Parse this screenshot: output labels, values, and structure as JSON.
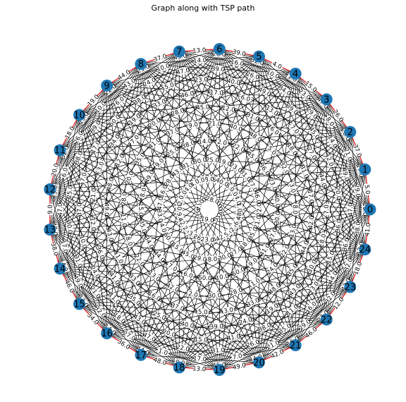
{
  "title": "Graph along with TSP path",
  "graph": {
    "nodes": [
      "0",
      "1",
      "2",
      "3",
      "4",
      "5",
      "6",
      "7",
      "8",
      "9",
      "10",
      "11",
      "12",
      "13",
      "14",
      "15",
      "16",
      "17",
      "18",
      "19",
      "20",
      "21",
      "22",
      "23",
      "24"
    ],
    "tsp_path": [
      0,
      1,
      2,
      3,
      4,
      5,
      6,
      7,
      8,
      9,
      10,
      11,
      12,
      13,
      14,
      15,
      16,
      17,
      18,
      19,
      20,
      21,
      22,
      23,
      24,
      0
    ],
    "colors": {
      "node": "#1f77b4",
      "edge": "#000000",
      "tsp_edge": "#dd0000"
    },
    "edge_label_values": [
      "5.0",
      "17.0",
      "21.0",
      "14.0",
      "45.0",
      "7.0",
      "6.0",
      "48.0",
      "22.0",
      "19.0",
      "46.0",
      "44.0",
      "33.0",
      "16.0",
      "30.0",
      "50.0",
      "1.0",
      "48.0",
      "43.0",
      "3.0",
      "44.0",
      "32.0",
      "12.0",
      "41.0",
      "37.0",
      "20.0",
      "8.0",
      "29.0",
      "39.0",
      "13.0",
      "31.0",
      "40.0",
      "2.0",
      "25.0",
      "28.0",
      "4.0",
      "11.0",
      "42.0",
      "27.0",
      "9.0",
      "24.0",
      "35.0",
      "10.0",
      "15.0",
      "36.0",
      "38.0",
      "18.0",
      "26.0",
      "47.0",
      "23.0",
      "34.0",
      "49.0",
      "6.0",
      "12.0",
      "21.0",
      "14.0",
      "30.0",
      "3.0",
      "19.0",
      "33.0",
      "5.0",
      "18.0",
      "41.0",
      "22.0",
      "44.0",
      "8.0",
      "36.0",
      "47.0",
      "29.0",
      "15.0",
      "1.0",
      "10.0",
      "26.0",
      "40.0",
      "17.0",
      "45.0",
      "9.0",
      "38.0",
      "31.0",
      "24.0",
      "11.0",
      "48.0",
      "2.0",
      "35.0",
      "27.0",
      "13.0",
      "42.0",
      "7.0",
      "20.0",
      "49.0",
      "4.0",
      "32.0",
      "16.0",
      "39.0",
      "23.0",
      "46.0",
      "28.0",
      "37.0",
      "25.0",
      "43.0",
      "34.0",
      "50.0",
      "12.0",
      "6.0",
      "21.0",
      "30.0",
      "8.0",
      "17.0",
      "44.0",
      "2.0",
      "39.0",
      "26.0",
      "14.0",
      "47.0",
      "5.0",
      "33.0",
      "20.0",
      "41.0",
      "9.0",
      "28.0",
      "1.0",
      "36.0",
      "15.0",
      "48.0",
      "22.0",
      "40.0",
      "3.0",
      "31.0",
      "27.0",
      "13.0",
      "45.0",
      "10.0",
      "24.0",
      "38.0",
      "19.0",
      "7.0",
      "35.0",
      "49.0",
      "16.0",
      "42.0",
      "4.0",
      "29.0",
      "11.0",
      "46.0",
      "23.0",
      "32.0",
      "18.0",
      "37.0",
      "25.0",
      "43.0",
      "6.0",
      "50.0",
      "34.0",
      "12.0",
      "20.0",
      "8.0",
      "47.0",
      "30.0",
      "2.0",
      "41.0",
      "14.0",
      "27.0",
      "36.0",
      "5.0",
      "44.0",
      "22.0",
      "10.0",
      "39.0",
      "17.0",
      "3.0",
      "48.0",
      "28.0",
      "15.0",
      "33.0",
      "9.0",
      "40.0",
      "24.0",
      "1.0",
      "31.0",
      "45.0",
      "19.0",
      "13.0",
      "26.0",
      "38.0",
      "7.0",
      "21.0",
      "49.0",
      "11.0",
      "35.0",
      "4.0",
      "42.0",
      "16.0",
      "29.0",
      "46.0",
      "23.0",
      "18.0",
      "32.0",
      "6.0",
      "25.0",
      "37.0",
      "12.0",
      "43.0",
      "8.0",
      "34.0",
      "50.0",
      "2.0",
      "27.0",
      "14.0",
      "40.0",
      "20.0",
      "5.0",
      "47.0",
      "30.0",
      "10.0",
      "36.0",
      "1.0",
      "22.0",
      "44.0",
      "15.0",
      "3.0",
      "39.0",
      "28.0",
      "9.0",
      "48.0",
      "17.0",
      "31.0",
      "24.0",
      "41.0",
      "33.0",
      "13.0",
      "7.0",
      "45.0",
      "26.0",
      "19.0",
      "38.0",
      "4.0",
      "49.0",
      "21.0",
      "11.0",
      "35.0",
      "16.0",
      "42.0",
      "6.0",
      "29.0",
      "23.0",
      "46.0",
      "12.0",
      "32.0",
      "18.0",
      "43.0",
      "25.0",
      "37.0",
      "2.0",
      "50.0",
      "8.0",
      "34.0",
      "14.0",
      "27.0",
      "47.0",
      "20.0",
      "40.0",
      "5.0",
      "30.0",
      "10.0",
      "36.0",
      "44.0",
      "1.0",
      "22.0",
      "15.0",
      "39.0",
      "3.0",
      "28.0",
      "48.0",
      "9.0",
      "17.0",
      "31.0",
      "41.0",
      "24.0",
      "33.0",
      "13.0",
      "45.0",
      "7.0",
      "26.0",
      "38.0",
      "19.0",
      "49.0",
      "4.0",
      "21.0",
      "35.0",
      "11.0",
      "42.0",
      "16.0",
      "29.0",
      "6.0",
      "46.0",
      "23.0",
      "32.0",
      "12.0",
      "43.0",
      "18.0",
      "37.0",
      "25.0",
      "50.0",
      "2.0",
      "34.0",
      "8.0",
      "27.0",
      "14.0",
      "40.0",
      "47.0",
      "20.0",
      "30.0",
      "5.0",
      "36.0",
      "10.0"
    ]
  }
}
